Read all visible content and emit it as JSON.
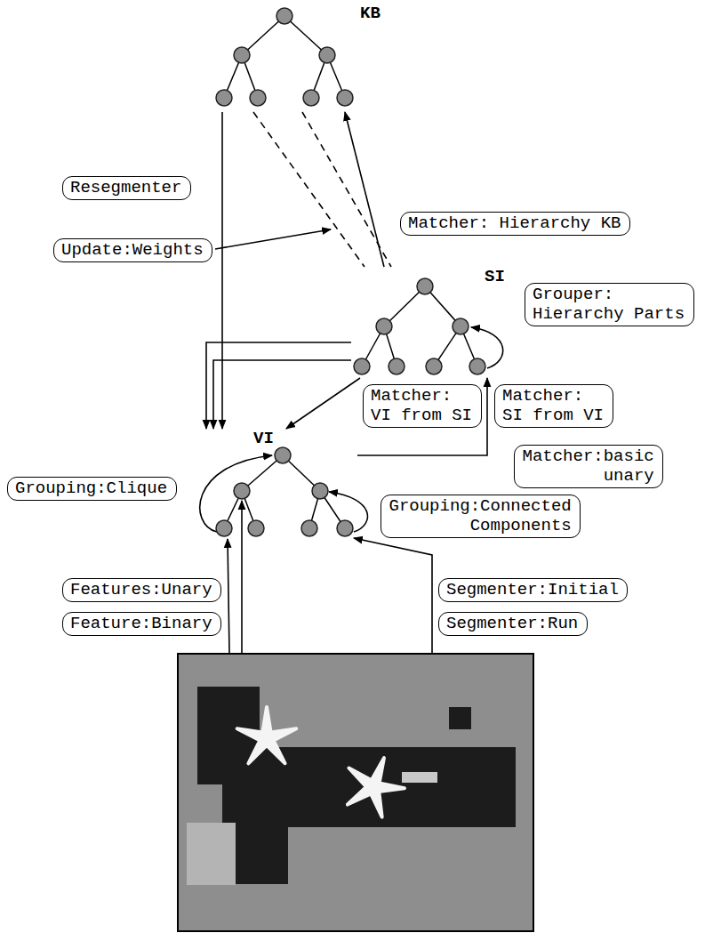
{
  "diagram": {
    "nodes": [
      {
        "text": [
          "KB"
        ]
      },
      {
        "text": [
          "Resegmenter"
        ]
      },
      {
        "text": [
          "Matcher: Hierarchy KB"
        ]
      },
      {
        "text": [
          "Update:Weights"
        ]
      },
      {
        "text": [
          "SI"
        ]
      },
      {
        "text": [
          "Grouper: Hierarchy Parts"
        ]
      },
      {
        "text": [
          "Matcher: VI from SI"
        ]
      },
      {
        "text": [
          "Matcher: SI from VI"
        ]
      },
      {
        "text": [
          "VI"
        ]
      },
      {
        "text": [
          "Matcher:basic unary"
        ]
      },
      {
        "text": [
          "Grouping:Clique"
        ]
      },
      {
        "text": [
          "Grouping:Connected Components"
        ]
      },
      {
        "text": [
          "Features:Unary"
        ]
      },
      {
        "text": [
          "Segmenter:Initial"
        ]
      },
      {
        "text": [
          "Feature:Binary"
        ]
      },
      {
        "text": [
          "Segmenter:Run"
        ]
      }
    ],
    "edges": [
      {
        "from": 4,
        "to": 0,
        "arrow": "to"
      },
      {
        "from": 0,
        "to": 8,
        "arrow": "to"
      },
      {
        "from": 4,
        "to": 8,
        "arrow": "to"
      },
      {
        "from": 4,
        "to": 8,
        "arrow": "to"
      },
      {
        "from": 4,
        "to": 8,
        "arrow": "to"
      },
      {
        "from": 8,
        "to": 4,
        "arrow": "to"
      },
      {
        "from": 0,
        "to": 4,
        "arrow": "none"
      },
      {
        "from": 0,
        "to": 4,
        "arrow": "none"
      }
    ]
  }
}
